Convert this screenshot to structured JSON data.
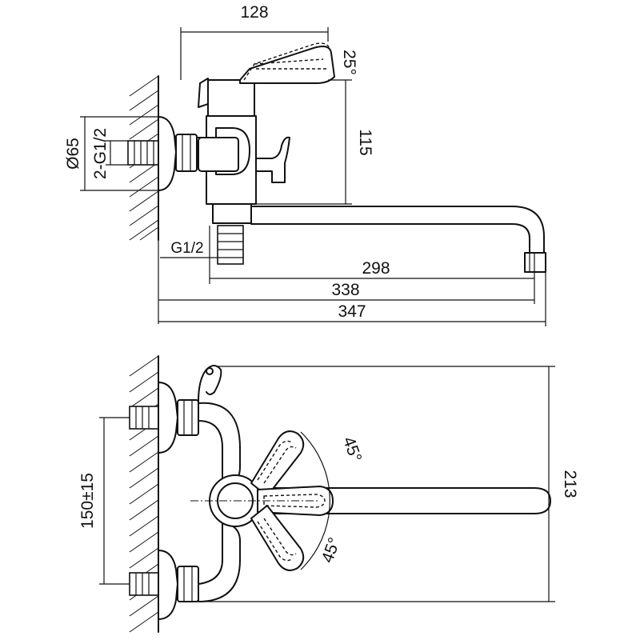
{
  "dimensions": {
    "top_width": "128",
    "spout_angle": "25°",
    "body_height": "115",
    "flange_diameter": "Ø65",
    "inlet_thread": "2-G1/2",
    "outlet_thread": "G1/2",
    "spout_reach": "298",
    "reach_to_wall": "338",
    "overall_length": "347",
    "inlet_spacing": "150±15",
    "lever_angle_upper": "45°",
    "lever_angle_lower": "45°",
    "total_height": "213"
  }
}
